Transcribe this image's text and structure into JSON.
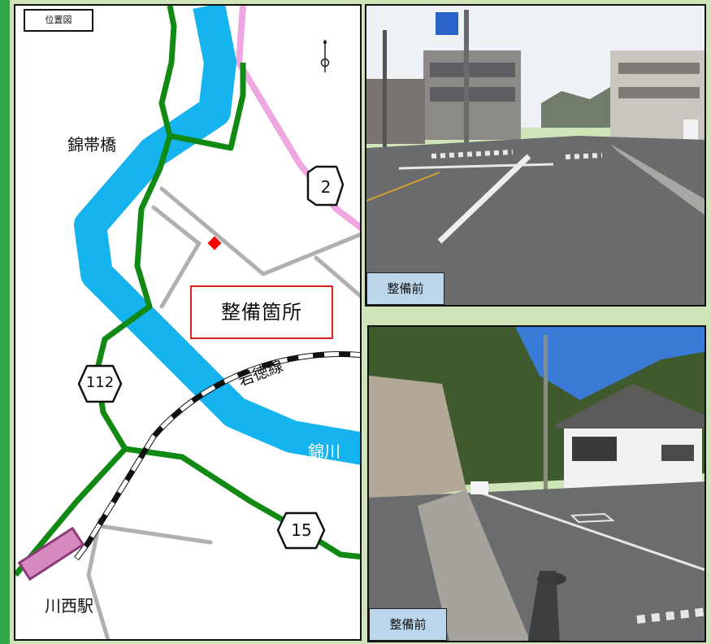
{
  "map": {
    "location_label": "位置図",
    "callout": "整備箇所",
    "labels": {
      "bridge": "錦帯橋",
      "railway": "岩徳線",
      "river": "錦川",
      "station": "川西駅"
    },
    "route_shields": [
      "2",
      "112",
      "15"
    ]
  },
  "photos": [
    {
      "caption": "整備前"
    },
    {
      "caption": "整備前"
    }
  ],
  "colors": {
    "background": "#cfe5b8",
    "river": "#16b4ef",
    "green_road": "#118a14",
    "pink_road": "#f0a6e0",
    "gray_road": "#b0b0b0",
    "site_marker": "#ff0000",
    "callout_border": "#e02020",
    "station": "#d58bbd",
    "caption_bg": "#bcd7ec"
  }
}
